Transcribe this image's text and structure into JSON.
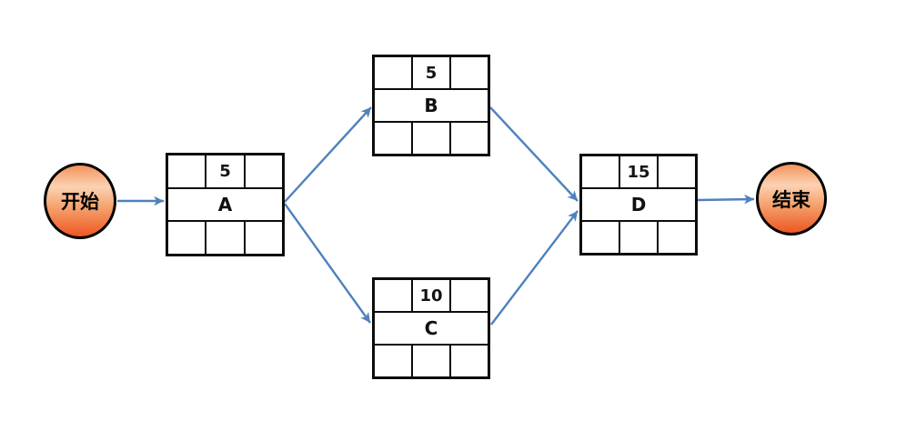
{
  "diagram": {
    "type": "activity-network",
    "start": {
      "label": "开始"
    },
    "end": {
      "label": "结束"
    },
    "tasks": [
      {
        "id": "A",
        "label": "A",
        "duration": "5",
        "top_cells": [
          "",
          "5",
          ""
        ],
        "bottom_cells": [
          "",
          "",
          ""
        ]
      },
      {
        "id": "B",
        "label": "B",
        "duration": "5",
        "top_cells": [
          "",
          "5",
          ""
        ],
        "bottom_cells": [
          "",
          "",
          ""
        ]
      },
      {
        "id": "C",
        "label": "C",
        "duration": "10",
        "top_cells": [
          "",
          "10",
          ""
        ],
        "bottom_cells": [
          "",
          "",
          ""
        ]
      },
      {
        "id": "D",
        "label": "D",
        "duration": "15",
        "top_cells": [
          "",
          "15",
          ""
        ],
        "bottom_cells": [
          "",
          "",
          ""
        ]
      }
    ],
    "edges": [
      {
        "from": "开始",
        "to": "A"
      },
      {
        "from": "A",
        "to": "B"
      },
      {
        "from": "A",
        "to": "C"
      },
      {
        "from": "B",
        "to": "D"
      },
      {
        "from": "C",
        "to": "D"
      },
      {
        "from": "D",
        "to": "结束"
      }
    ],
    "colors": {
      "arrow": "#4f81bd",
      "border": "#0c0c0c",
      "node_fill": "#ffffff",
      "terminal_gradient_top": "#f4935c",
      "terminal_gradient_light": "#fbd2b2",
      "terminal_gradient_bottom": "#ed5623"
    }
  }
}
